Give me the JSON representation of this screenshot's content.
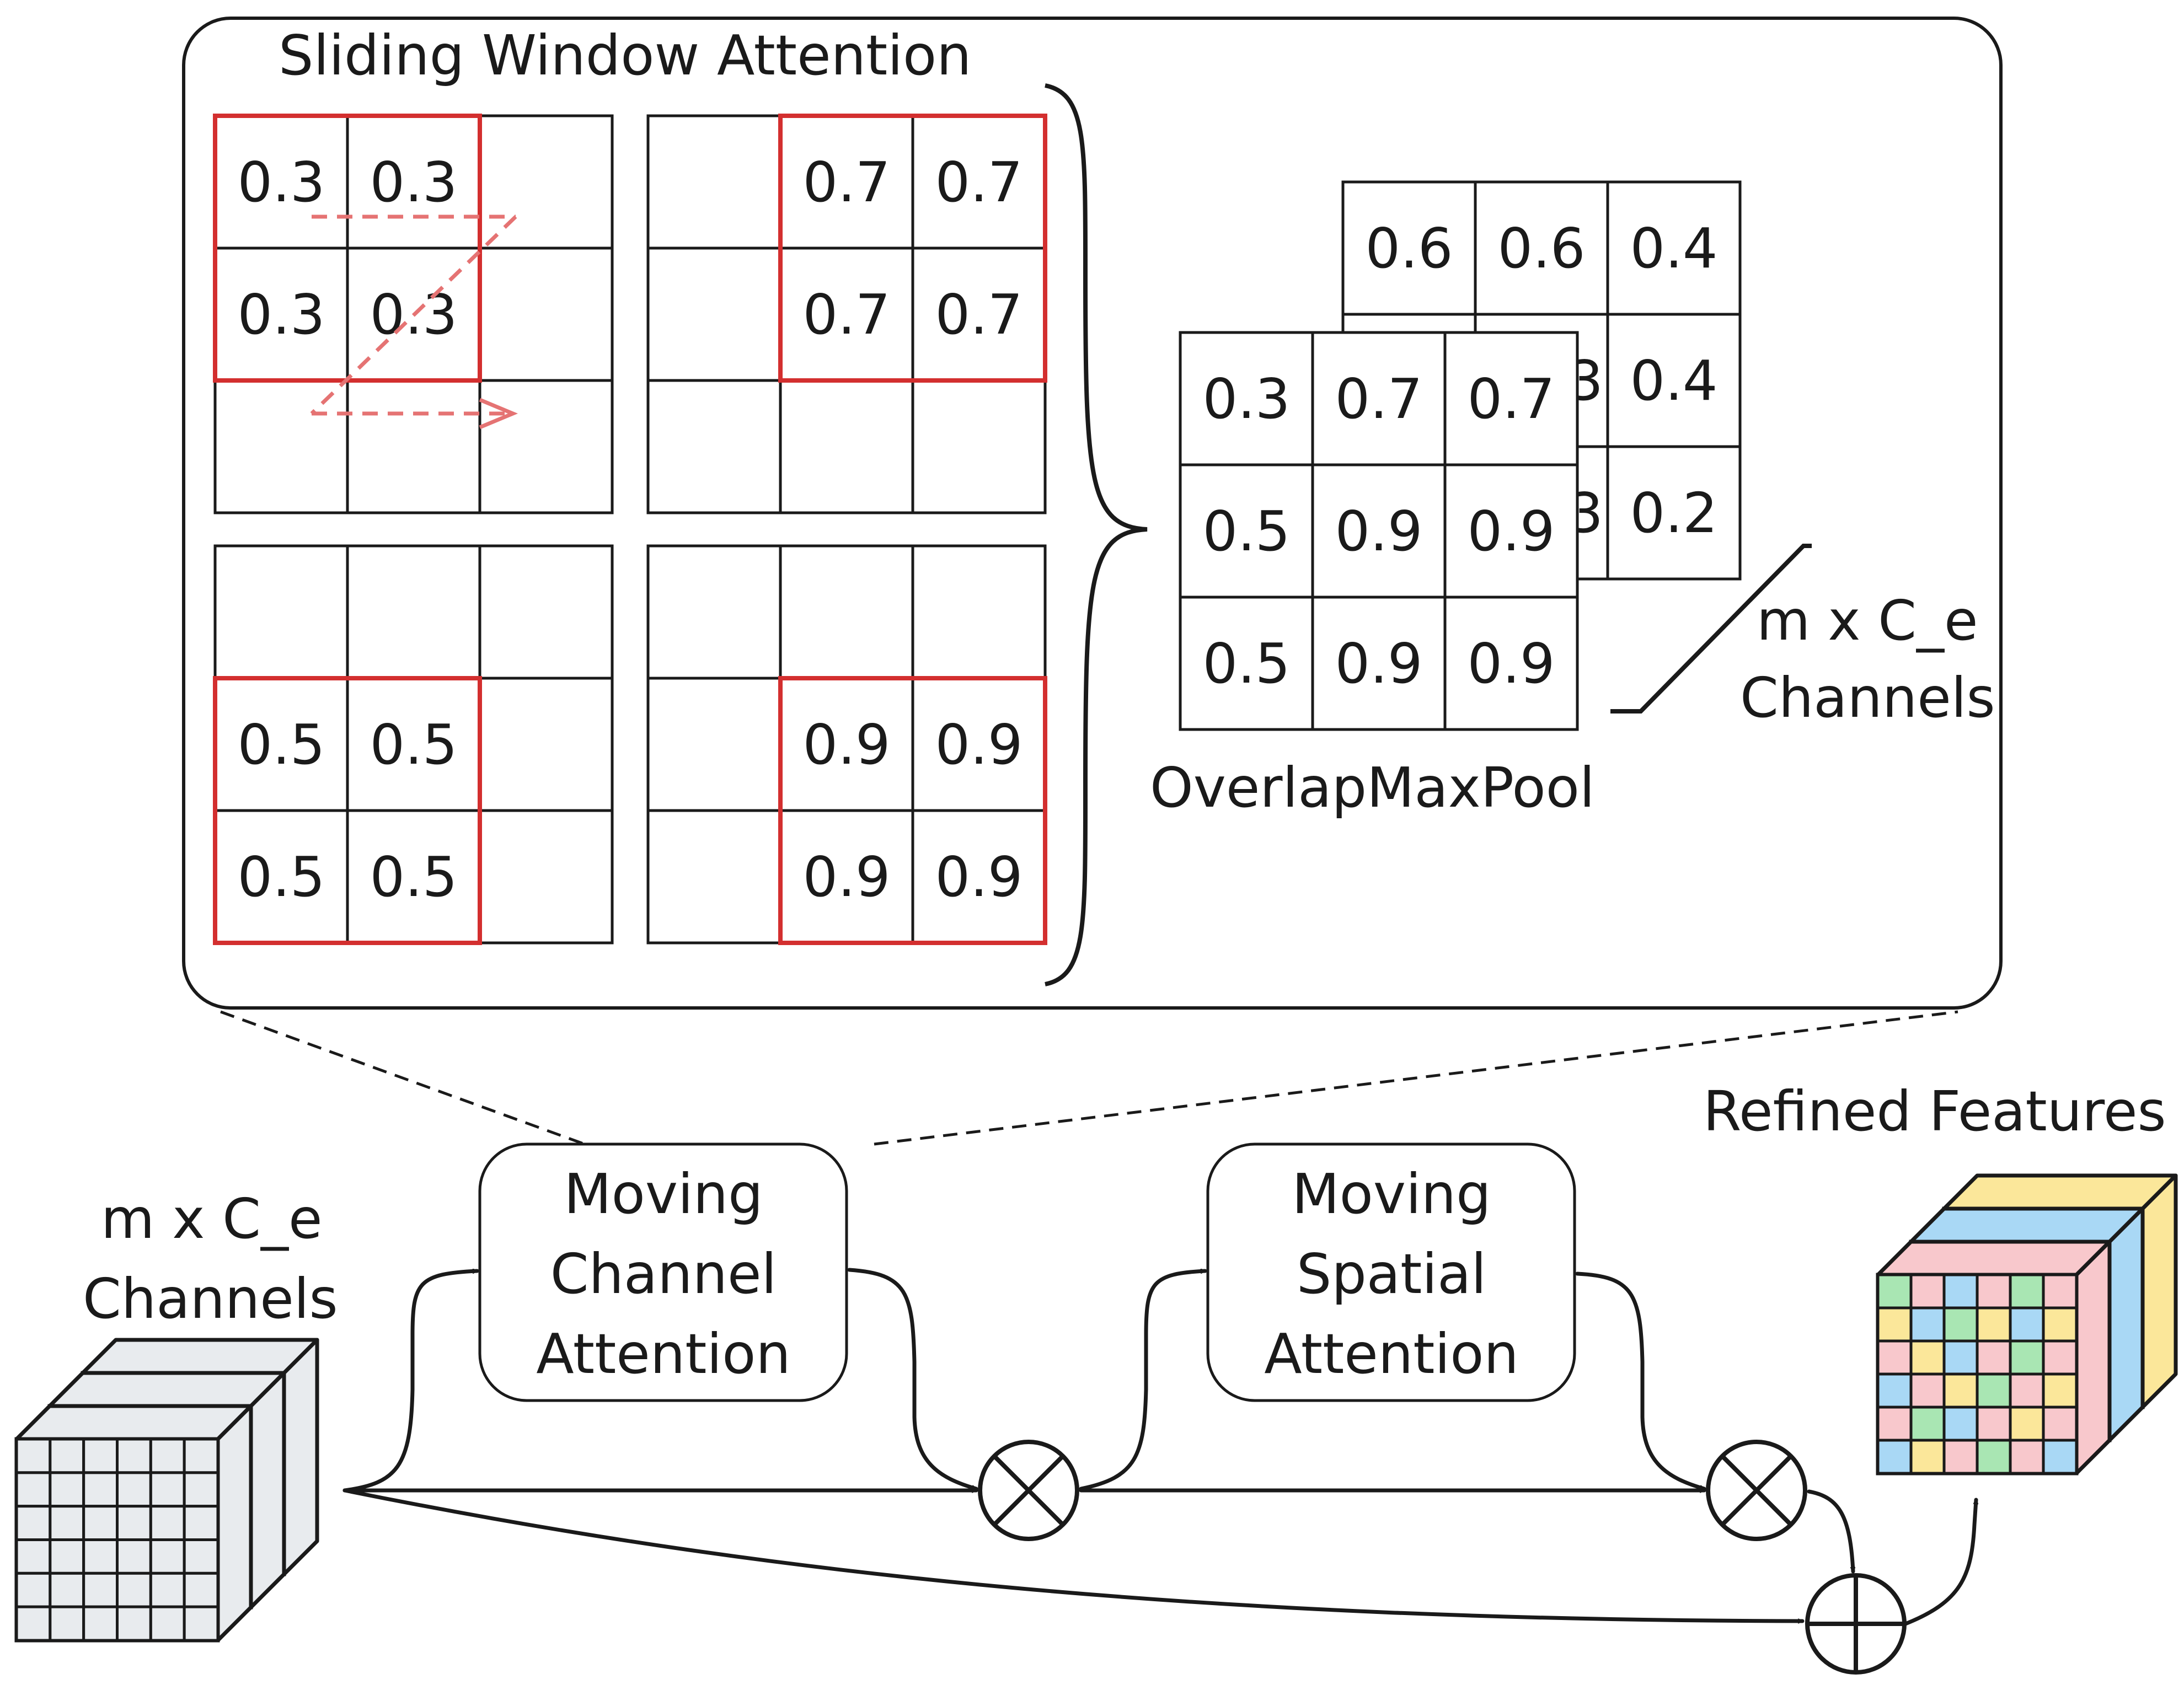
{
  "panel": {
    "title": "Sliding Window Attention",
    "windows": [
      {
        "values": [
          "0.3",
          "0.3",
          "0.3",
          "0.3"
        ]
      },
      {
        "values": [
          "0.7",
          "0.7",
          "0.7",
          "0.7"
        ]
      },
      {
        "values": [
          "0.5",
          "0.5",
          "0.5",
          "0.5"
        ]
      },
      {
        "values": [
          "0.9",
          "0.9",
          "0.9",
          "0.9"
        ]
      }
    ],
    "pool_back_values": [
      "0.6",
      "0.6",
      "0.4",
      "3",
      "0.4",
      "3",
      "0.2"
    ],
    "pool_front_values": [
      "0.3",
      "0.7",
      "0.7",
      "0.5",
      "0.9",
      "0.9",
      "0.5",
      "0.9",
      "0.9"
    ],
    "pool_label": "OverlapMaxPool",
    "channels_label_1": "m x C_e",
    "channels_label_2": "Channels"
  },
  "flow": {
    "input_label_1": "m x C_e",
    "input_label_2": "Channels",
    "channel_attention": [
      "Moving",
      "Channel",
      "Attention"
    ],
    "spatial_attention": [
      "Moving",
      "Spatial",
      "Attention"
    ],
    "output_label": "Refined Features"
  },
  "colors": {
    "window_red": "#d32f2f",
    "scan_arrow": "#e57373",
    "cube_gray": "#e8ebee",
    "out_pink": "#f8c8cc",
    "out_yellow": "#fbe79a",
    "out_blue": "#a9d8f5",
    "out_green": "#a9e6b3"
  }
}
